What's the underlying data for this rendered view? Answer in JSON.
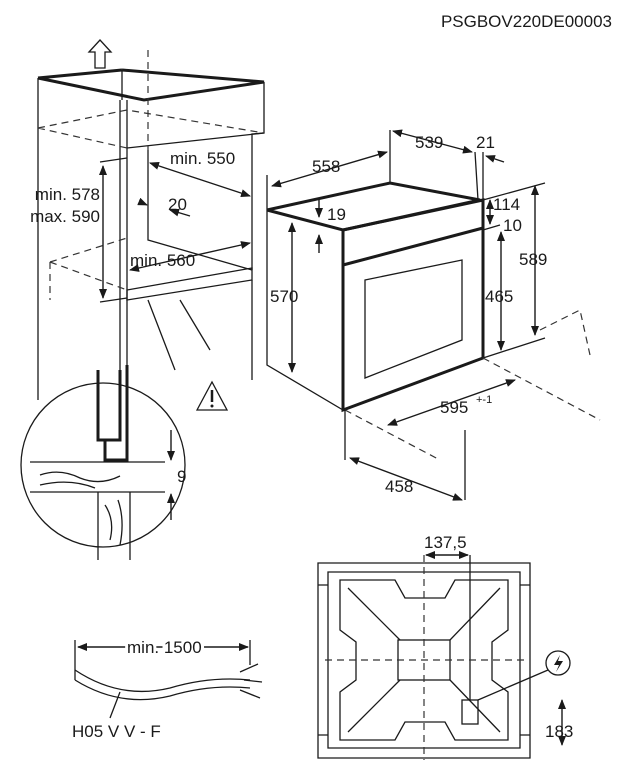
{
  "document_code": "PSGBOV220DE00003",
  "niche": {
    "depth_label": "min. 550",
    "height_min_label": "min. 578",
    "height_max_label": "max. 590",
    "gap_label": "20",
    "width_label": "min. 560"
  },
  "oven": {
    "depth_total": "558",
    "depth_body": "539",
    "front_thickness": "21",
    "top_offset": "19",
    "panel_height": "114",
    "panel_gap": "10",
    "total_height": "589",
    "body_height": "570",
    "door_height": "465",
    "width": "595",
    "width_tolerance": "+-1",
    "side_depth": "458"
  },
  "detail": {
    "gap_label": "9"
  },
  "rear_view": {
    "offset_x_label": "137,5",
    "offset_y_label": "183"
  },
  "cable": {
    "length_label": "min. 1500",
    "type_label": "H05 V V - F"
  }
}
